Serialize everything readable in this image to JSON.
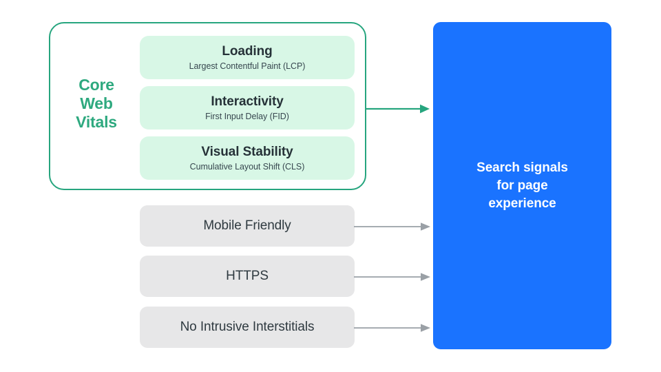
{
  "diagram": {
    "title": "Search signals for page experience",
    "background": "#FFFFFF",
    "colors": {
      "green_accent": "#2EA97F",
      "green_border": "#26A57E",
      "mint_fill": "#D8F7E6",
      "gray_fill": "#E7E7E8",
      "blue_fill": "#1A73FF",
      "dark_text": "#263238",
      "gray_arrow": "#9AA0A6"
    }
  },
  "core_web_vitals": {
    "group_label": "Core\nWeb\nVitals",
    "group_label_lines": [
      "Core",
      "Web",
      "Vitals"
    ],
    "metrics": [
      {
        "title": "Loading",
        "subtitle": "Largest Contentful Paint (LCP)"
      },
      {
        "title": "Interactivity",
        "subtitle": "First Input Delay (FID)"
      },
      {
        "title": "Visual Stability",
        "subtitle": "Cumulative Layout Shift (CLS)"
      }
    ]
  },
  "other_signals": [
    {
      "label": "Mobile Friendly"
    },
    {
      "label": "HTTPS"
    },
    {
      "label": "No Intrusive Interstitials"
    }
  ],
  "outcome": {
    "text": "Search signals\nfor page\nexperience",
    "lines": [
      "Search signals",
      "for page",
      "experience"
    ]
  },
  "connectors": [
    {
      "name": "core-web-vitals-arrow",
      "color": "#26A57E"
    },
    {
      "name": "mobile-friendly-arrow",
      "color": "#9AA0A6"
    },
    {
      "name": "https-arrow",
      "color": "#9AA0A6"
    },
    {
      "name": "no-intrusive-interstitials-arrow",
      "color": "#9AA0A6"
    }
  ]
}
